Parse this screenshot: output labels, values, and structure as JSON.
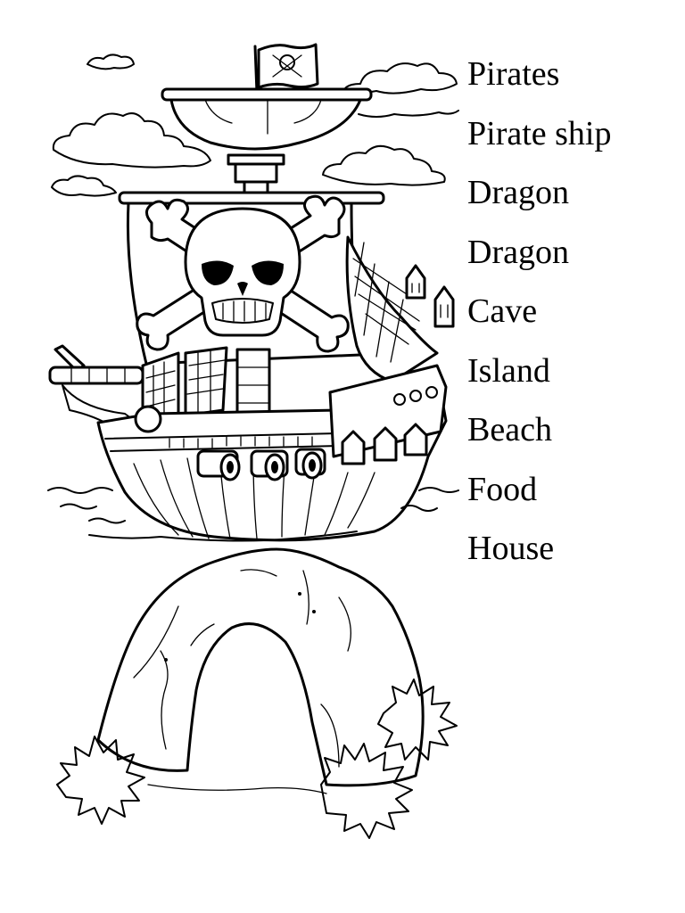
{
  "words": [
    "Pirates",
    "Pirate ship",
    "Dragon",
    "Dragon",
    "Cave",
    "Island",
    "Beach",
    "Food",
    "House"
  ],
  "colors": {
    "background": "#ffffff",
    "ink": "#000000"
  },
  "icons": {
    "ship": "pirate-ship-drawing",
    "cave": "rock-cave-drawing",
    "flag": "skull-flag-icon"
  }
}
